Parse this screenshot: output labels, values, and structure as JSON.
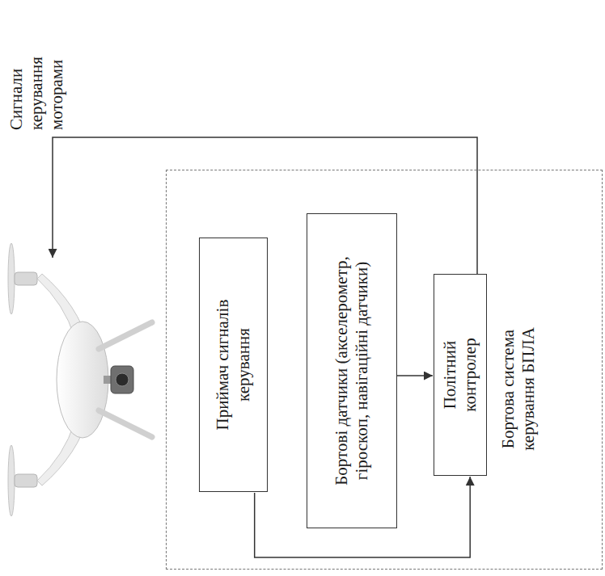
{
  "diagram": {
    "nodes": [
      {
        "text": [
          "Бортова система керування БПЛА"
        ]
      },
      {
        "text": [
          "Приймач сигналів керування"
        ],
        "in": 0
      },
      {
        "text": [
          "Бортові датчики (акселерометр, гіроскоп, навігаційні датчики)"
        ],
        "in": 0
      },
      {
        "text": [
          "Політний контролер"
        ],
        "in": 0
      }
    ],
    "edges": [
      {
        "from": 1,
        "to": 3,
        "arrow": "to"
      },
      {
        "from": 2,
        "to": 3,
        "arrow": "to"
      }
    ],
    "labels": [
      "Сигнали керування моторами"
    ]
  }
}
